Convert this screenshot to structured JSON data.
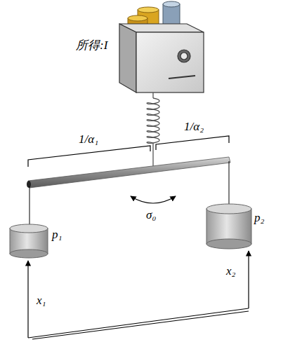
{
  "diagram": {
    "labels": [
      "所得:I",
      "1/α₁",
      "1/α₂",
      "σ₀",
      "p₁",
      "p₂",
      "x₁",
      "x₂"
    ]
  }
}
